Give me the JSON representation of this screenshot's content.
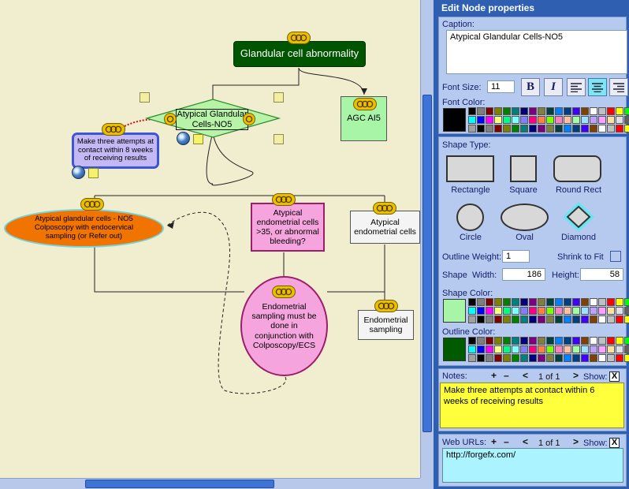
{
  "canvas": {
    "nodes": {
      "glandular": "Glandular cell abnormality",
      "atypical_glandular_no5": "Atypical Glandular Cells-NO5",
      "agc_ai5": "AGC AI5",
      "make_three": "Make three attempts at contact within 8 weeks of receiving results",
      "atypical_nos": "Atypical glandular cells - NO5 Colposcopy with endocervical sampling (or Refer out)",
      "atypical_endo_35": "Atypical endometrial cells >35, or abnormal bleeding?",
      "atypical_endo": "Atypical endometrial cells",
      "endo_must": "Endometrial sampling must be done in conjunction with Colposcopy/ECS",
      "endo_sampling": "Endometrial sampling"
    }
  },
  "panel": {
    "title": "Edit Node properties",
    "caption_label": "Caption:",
    "caption_value": "Atypical Glandular Cells-NO5",
    "font_size_label": "Font Size:",
    "font_size_value": "11",
    "bold_label": "B",
    "italic_label": "I",
    "font_color_label": "Font Color:",
    "shape_type_label": "Shape Type:",
    "shapes": {
      "rectangle": "Rectangle",
      "square": "Square",
      "round_rect": "Round Rect",
      "circle": "Circle",
      "oval": "Oval",
      "diamond": "Diamond"
    },
    "outline_weight_label": "Outline Weight:",
    "outline_weight_value": "1",
    "shrink_label": "Shrink to Fit",
    "shape_label": "Shape",
    "width_label": "Width:",
    "width_value": "186",
    "height_label": "Height:",
    "height_value": "58",
    "shape_color_label": "Shape Color:",
    "outline_color_label": "Outline Color:",
    "notes_label": "Notes:",
    "notes_page": "1 of 1",
    "show_label": "Show:",
    "notes_value": "Make three attempts at contact within 6 weeks of receiving results",
    "urls_label": "Web URLs:",
    "urls_page": "1 of 1",
    "urls_value": "http://forgefx.com/",
    "nav": {
      "plus": "+",
      "minus": "–",
      "prev": "<",
      "next": ">",
      "check": "X"
    }
  },
  "colors": {
    "palette": [
      "#000000",
      "#7f7f7f",
      "#7f0000",
      "#7f7f00",
      "#007f00",
      "#007f7f",
      "#00007f",
      "#7f007f",
      "#7f7f40",
      "#004040",
      "#0080ff",
      "#004080",
      "#4000ff",
      "#804000",
      "#ffffff",
      "#c0c0c0",
      "#ff0000",
      "#ffff00",
      "#00ff00",
      "#00ffff",
      "#0000ff",
      "#ff00ff",
      "#ffff80",
      "#00ff80",
      "#80ffff",
      "#8080ff",
      "#ff0080",
      "#ff8040",
      "#80ff00",
      "#ff80c0",
      "#ffc0a0",
      "#a0ffa0",
      "#a0e0ff",
      "#c0a0ff",
      "#ffa0ff",
      "#ffe0a0",
      "#e0e0e0",
      "#606060",
      "#a0a0a0"
    ],
    "selected_font": "#000000",
    "selected_shape": "#a8f5a8",
    "selected_outline": "#005a00"
  }
}
